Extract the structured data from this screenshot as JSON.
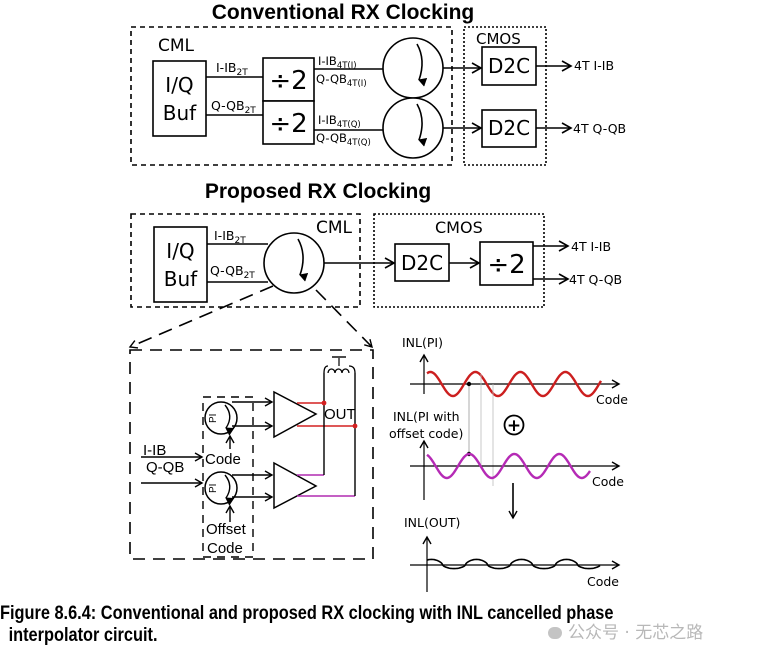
{
  "conventional": {
    "title": "Conventional RX Clocking",
    "cml_label": "CML",
    "cmos_label": "CMOS",
    "iq_buf": [
      "I/Q",
      "Buf"
    ],
    "sig_i_2t": {
      "base": "I-IB",
      "sub": "2T"
    },
    "sig_q_2t": {
      "base": "Q-QB",
      "sub": "2T"
    },
    "divider_label": "÷2",
    "sig_i_4t_i": {
      "base": "I-IB",
      "sub": "4T(I)"
    },
    "sig_q_4t_i": {
      "base": "Q-QB",
      "sub": "4T(I)"
    },
    "sig_i_4t_q": {
      "base": "I-IB",
      "sub": "4T(Q)"
    },
    "sig_q_4t_q": {
      "base": "Q-QB",
      "sub": "4T(Q)"
    },
    "d2c_label": "D2C",
    "out_i": "4T I-IB",
    "out_q": "4T Q-QB"
  },
  "proposed": {
    "title": "Proposed RX Clocking",
    "cml_label": "CML",
    "cmos_label": "CMOS",
    "iq_buf": [
      "I/Q",
      "Buf"
    ],
    "sig_i_2t": {
      "base": "I-IB",
      "sub": "2T"
    },
    "sig_q_2t": {
      "base": "Q-QB",
      "sub": "2T"
    },
    "d2c_label": "D2C",
    "divider_label": "÷2",
    "out_i": "4T I-IB",
    "out_q": "4T Q-QB"
  },
  "detail": {
    "input_i": "I-IB",
    "input_q": "Q-QB",
    "pi_label": "PI",
    "code_label": "Code",
    "offset_code": [
      "Offset",
      "Code"
    ],
    "out_label": "OUT",
    "colors": {
      "pi_path": "#d42020",
      "offset_path": "#b02cb0",
      "wire": "#000000"
    }
  },
  "inl_plots": {
    "plot1": {
      "ylabel": "INL(PI)",
      "xlabel": "Code",
      "color": "#cc1f1f"
    },
    "operator": "+",
    "plot2": {
      "ylabel": [
        "INL(PI with",
        "offset code)"
      ],
      "xlabel": "Code",
      "color": "#b52ab5"
    },
    "plot3": {
      "ylabel": "INL(OUT)",
      "xlabel": "Code",
      "color": "#000000"
    }
  },
  "caption": {
    "line1": "Figure 8.6.4: Conventional and proposed RX clocking with INL cancelled phase",
    "line2": "interpolator circuit."
  },
  "watermark": "公众号 · 无芯之路"
}
